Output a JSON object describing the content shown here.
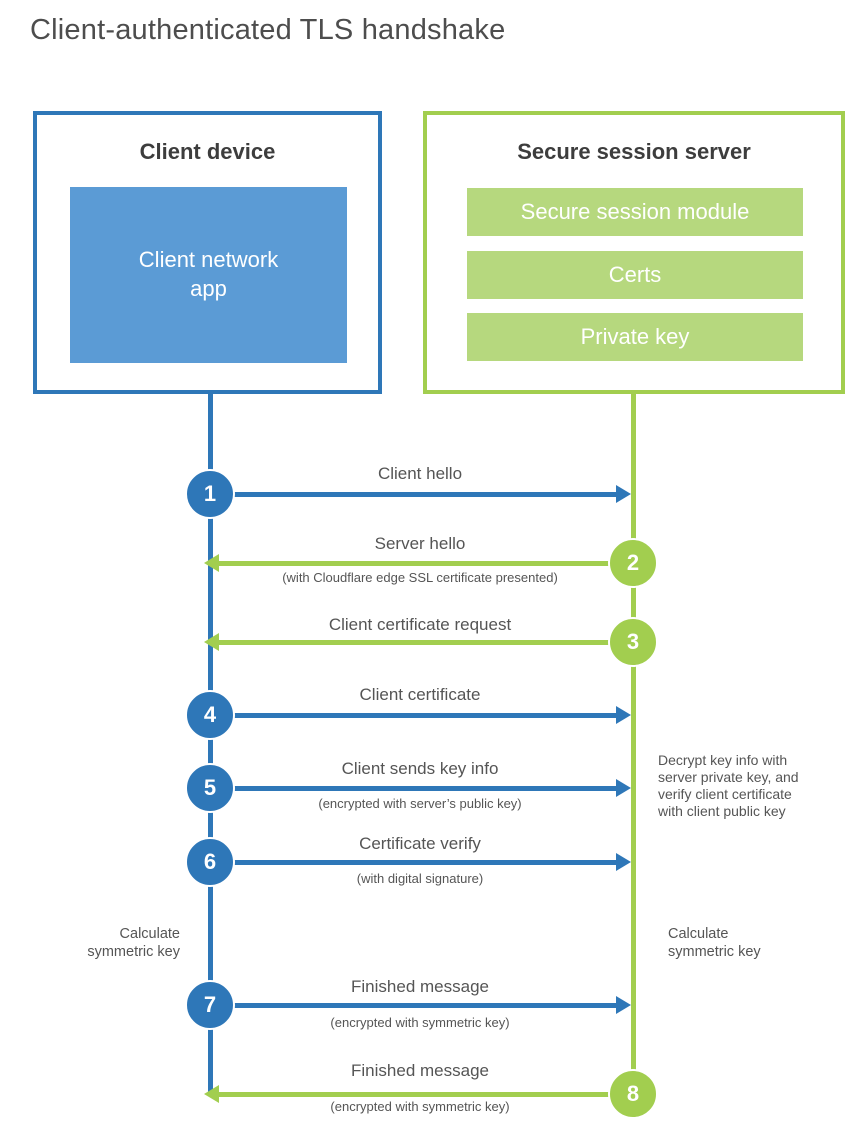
{
  "title": "Client-authenticated TLS handshake",
  "colors": {
    "client_blue": "#2e77b8",
    "client_app_blue": "#5b9bd5",
    "server_green": "#a2ce4f",
    "server_bar_green": "#b6d87e",
    "heading_text": "#3d3d3d",
    "label_text": "#555555"
  },
  "client_box": {
    "title": "Client device",
    "app_label": "Client network\napp"
  },
  "server_box": {
    "title": "Secure session server",
    "modules": [
      "Secure session module",
      "Certs",
      "Private key"
    ]
  },
  "steps": [
    {
      "num": "1",
      "actor": "client",
      "direction": "right",
      "label": "Client hello",
      "sublabel": ""
    },
    {
      "num": "2",
      "actor": "server",
      "direction": "left",
      "label": "Server hello",
      "sublabel": "(with Cloudflare edge SSL certificate presented)"
    },
    {
      "num": "3",
      "actor": "server",
      "direction": "left",
      "label": "Client certificate request",
      "sublabel": ""
    },
    {
      "num": "4",
      "actor": "client",
      "direction": "right",
      "label": "Client certificate",
      "sublabel": ""
    },
    {
      "num": "5",
      "actor": "client",
      "direction": "right",
      "label": "Client sends key info",
      "sublabel": "(encrypted with server’s public key)"
    },
    {
      "num": "6",
      "actor": "client",
      "direction": "right",
      "label": "Certificate verify",
      "sublabel": "(with digital signature)"
    },
    {
      "num": "7",
      "actor": "client",
      "direction": "right",
      "label": "Finished message",
      "sublabel": "(encrypted with symmetric key)"
    },
    {
      "num": "8",
      "actor": "server",
      "direction": "left",
      "label": "Finished message",
      "sublabel": "(encrypted with symmetric key)"
    }
  ],
  "notes": {
    "calculate_left": "Calculate\nsymmetric key",
    "calculate_right": "Calculate\nsymmetric key",
    "decrypt": "Decrypt key info with\nserver private key, and\nverify client certificate\nwith client public key"
  }
}
